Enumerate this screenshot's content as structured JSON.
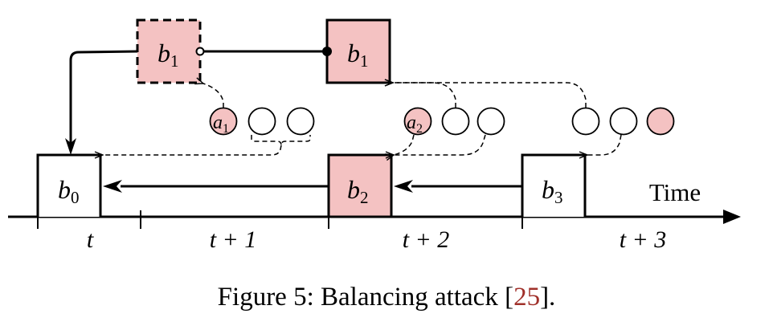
{
  "colors": {
    "block_fill": "#f4c2c2",
    "stroke": "#000000",
    "citation": "#a0302a"
  },
  "blocks": {
    "b1_withheld": {
      "base": "b",
      "sub": "1",
      "style": "dashed",
      "fill": "pink"
    },
    "b1_released": {
      "base": "b",
      "sub": "1",
      "style": "solid",
      "fill": "pink"
    },
    "b0": {
      "base": "b",
      "sub": "0",
      "fill": "white"
    },
    "b2": {
      "base": "b",
      "sub": "2",
      "fill": "pink"
    },
    "b3": {
      "base": "b",
      "sub": "3",
      "fill": "white"
    }
  },
  "votes": {
    "a1": {
      "base": "a",
      "sub": "1"
    },
    "a2": {
      "base": "a",
      "sub": "2"
    }
  },
  "timeline": {
    "axis_label": "Time",
    "slots": [
      {
        "label": "t"
      },
      {
        "label": "t + 1"
      },
      {
        "label": "t + 2"
      },
      {
        "label": "t + 3"
      }
    ]
  },
  "caption": {
    "prefix": "Figure 5: Balancing attack [",
    "citation": "25",
    "suffix": "]."
  }
}
